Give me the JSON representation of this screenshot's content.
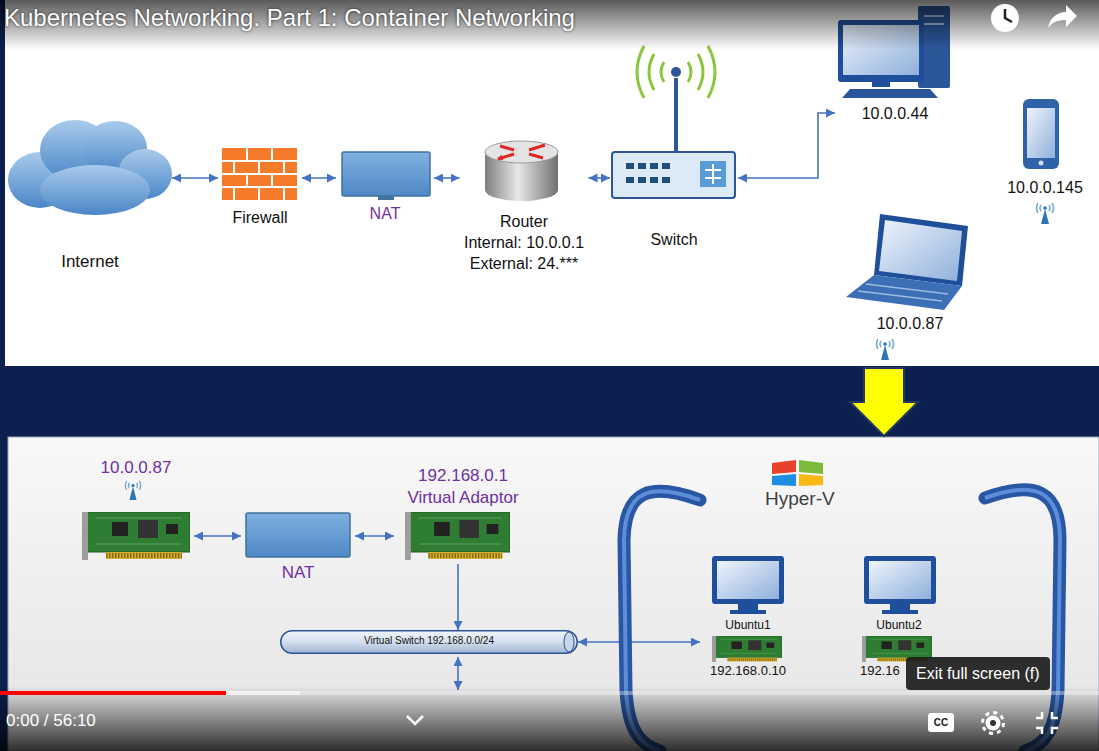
{
  "diagram": {
    "title": "Kubernetes Networking. Part 1: Container Networking",
    "nodes": [
      {
        "text": [
          "Internet"
        ]
      },
      {
        "text": [
          "Firewall"
        ]
      },
      {
        "text": [
          "NAT"
        ]
      },
      {
        "text": [
          "Router",
          "Internal: 10.0.0.1",
          "External: 24.***"
        ]
      },
      {
        "text": [
          "Switch"
        ]
      },
      {
        "text": [
          "10.0.0.44"
        ]
      },
      {
        "text": [
          "10.0.0.145"
        ]
      },
      {
        "text": [
          "10.0.0.87"
        ]
      },
      {
        "text": [
          "10.0.0.87"
        ]
      },
      {
        "text": [
          "NAT"
        ]
      },
      {
        "text": [
          "192.168.0.1",
          "Virtual Adaptor"
        ]
      },
      {
        "text": [
          "Virtual Switch 192.168.0.0/24"
        ]
      },
      {
        "text": [
          "Hyper-V"
        ]
      },
      {
        "text": [
          "Ubuntu1",
          "192.168.0.10"
        ],
        "in": 12
      },
      {
        "text": [
          "Ubuntu2",
          "192.16"
        ],
        "in": 12
      }
    ],
    "edges": [
      {
        "from": 0,
        "to": 1,
        "arrow": "both"
      },
      {
        "from": 1,
        "to": 2,
        "arrow": "both"
      },
      {
        "from": 2,
        "to": 3,
        "arrow": "both"
      },
      {
        "from": 3,
        "to": 4,
        "arrow": "both"
      },
      {
        "from": 4,
        "to": 5,
        "arrow": "both"
      },
      {
        "from": 8,
        "to": 9,
        "arrow": "both"
      },
      {
        "from": 9,
        "to": 10,
        "arrow": "both"
      },
      {
        "from": 10,
        "to": 11,
        "arrow": "to"
      },
      {
        "from": 11,
        "to": 13,
        "arrow": "both"
      }
    ],
    "labels": [
      "0:00 / 56:10",
      "Exit full screen (f)",
      "CC"
    ]
  }
}
